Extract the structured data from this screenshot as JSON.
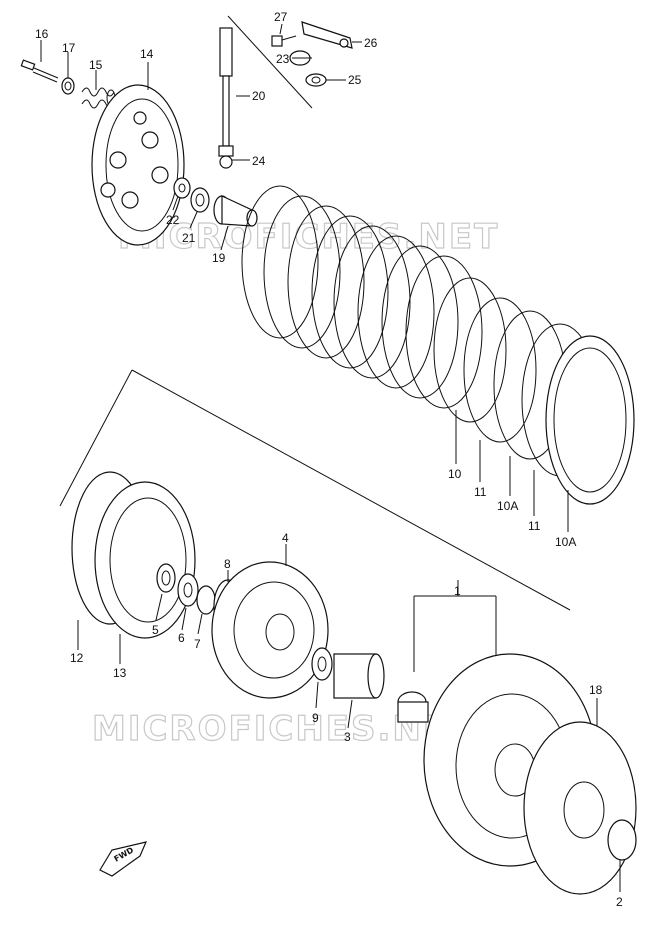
{
  "watermark": "MICROFICHES.NET",
  "fwd_label": "FWD",
  "callouts": {
    "p1": "1",
    "p2": "2",
    "p3": "3",
    "p4": "4",
    "p5": "5",
    "p6": "6",
    "p7": "7",
    "p8": "8",
    "p9": "9",
    "p10": "10",
    "p10a_1": "10A",
    "p10a_2": "10A",
    "p11_1": "11",
    "p11_2": "11",
    "p12": "12",
    "p13": "13",
    "p14": "14",
    "p15": "15",
    "p16": "16",
    "p17": "17",
    "p18": "18",
    "p19": "19",
    "p20": "20",
    "p21": "21",
    "p22": "22",
    "p23": "23",
    "p24": "24",
    "p25": "25",
    "p26": "26",
    "p27": "27"
  }
}
